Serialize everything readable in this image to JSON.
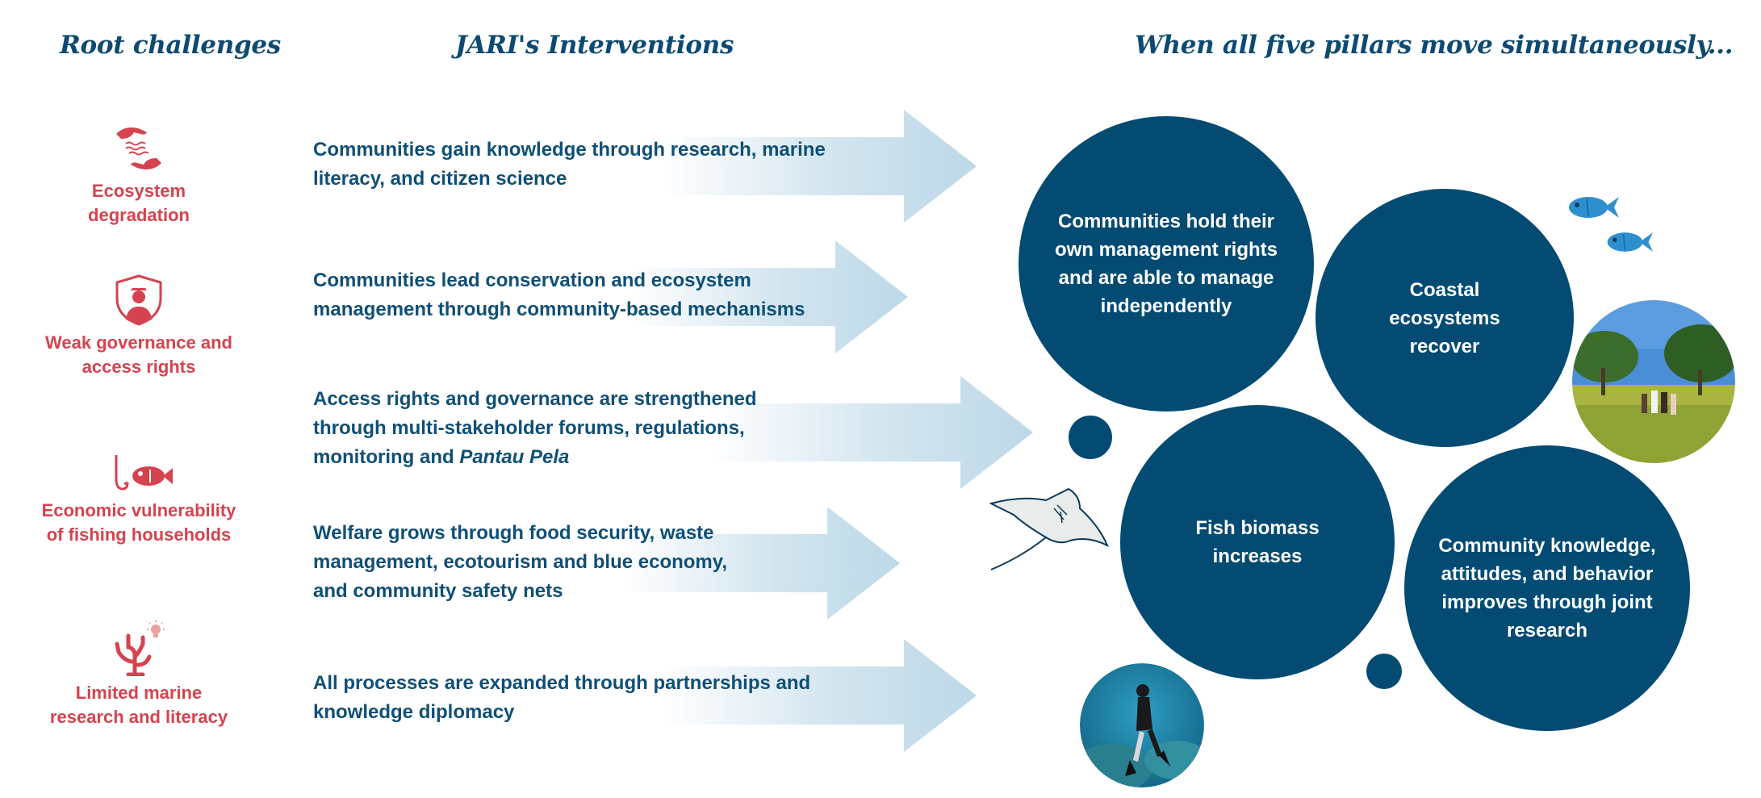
{
  "headers": {
    "root": "Root challenges",
    "interventions": "JARI's Interventions",
    "pillars": "When all five pillars move simultaneously..."
  },
  "challenges": [
    {
      "label": "Ecosystem degradation",
      "icon": "hands-water-icon"
    },
    {
      "label": "Weak governance and access rights",
      "icon": "shield-person-icon"
    },
    {
      "label": "Economic vulnerability of fishing households",
      "icon": "hook-fish-icon"
    },
    {
      "label": "Limited marine research and literacy",
      "icon": "coral-lightbulb-icon"
    }
  ],
  "interventions": [
    {
      "text": "Communities gain knowledge through research, marine literacy, and citizen science"
    },
    {
      "text": "Communities lead conservation and ecosystem management through community-based mechanisms"
    },
    {
      "text_main": "Access rights and governance are strengthened through multi-stakeholder forums, regulations, monitoring and",
      "text_italic": "Pantau Pela"
    },
    {
      "text": "Welfare grows through food security, waste management, ecotourism and blue economy, and community safety nets"
    },
    {
      "text": "All processes are expanded through partnerships and knowledge diplomacy"
    }
  ],
  "outcomes": [
    {
      "text": "Communities hold their own management rights and are able to manage independently"
    },
    {
      "text": "Coastal ecosystems recover"
    },
    {
      "text": "Fish biomass increases"
    },
    {
      "text": "Community knowledge, attitudes, and behavior improves through joint research"
    }
  ],
  "colors": {
    "navy": "#034b72",
    "heading": "#0d4a72",
    "challenge_red": "#d5434f",
    "arrow_light": "#c3dcea",
    "fish_blue": "#2e8fcf"
  },
  "decorations": [
    "fish-icon",
    "manta-ray-icon",
    "landscape-photo",
    "diver-photo"
  ]
}
